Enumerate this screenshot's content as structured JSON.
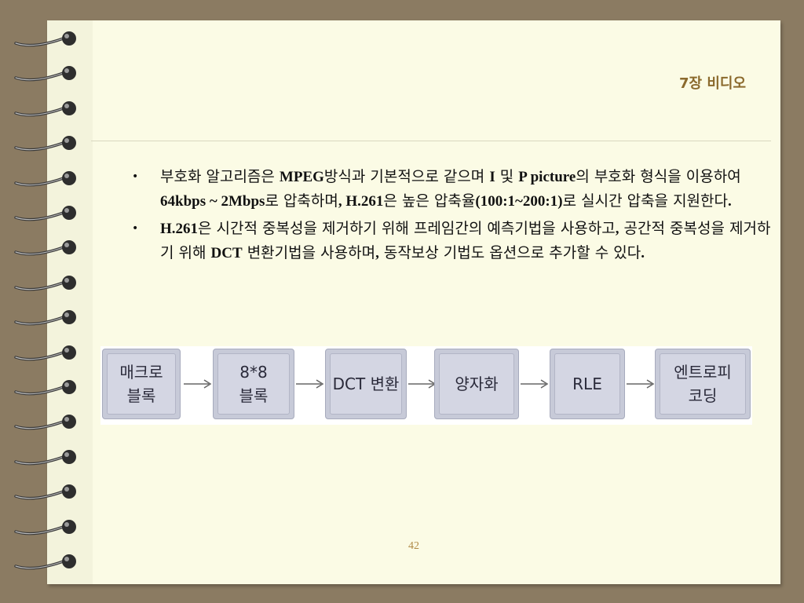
{
  "slide": {
    "title": "7장 비디오",
    "page_number": "42"
  },
  "bullets": [
    {
      "parts": [
        {
          "text": "부호화 알고리즘은 ",
          "bold": false
        },
        {
          "text": "MPEG",
          "bold": true
        },
        {
          "text": "방식과 기본적으로 같으며 ",
          "bold": false
        },
        {
          "text": "I",
          "bold": true
        },
        {
          "text": " 및 ",
          "bold": false
        },
        {
          "text": "P picture",
          "bold": true
        },
        {
          "text": "의 부호화 형식을 이용하여 ",
          "bold": false
        },
        {
          "text": "64kbps ~ 2Mbps",
          "bold": true
        },
        {
          "text": "로 압축하며",
          "bold": false
        },
        {
          "text": ", H.261",
          "bold": true
        },
        {
          "text": "은 높은 압축율",
          "bold": false
        },
        {
          "text": "(100:1~200:1)",
          "bold": true
        },
        {
          "text": "로 실시간 압축을 지원한다",
          "bold": false
        },
        {
          "text": ".",
          "bold": true
        }
      ]
    },
    {
      "parts": [
        {
          "text": "H.261",
          "bold": true
        },
        {
          "text": "은 시간적 중복성을 제거하기 위해 프레임간의 예측기법을 사용하고",
          "bold": false
        },
        {
          "text": ",",
          "bold": true
        },
        {
          "text": " 공간적 중복성을 제거하기 위해 ",
          "bold": false
        },
        {
          "text": "DCT",
          "bold": true
        },
        {
          "text": " 변환기법을 사용하며",
          "bold": false
        },
        {
          "text": ",",
          "bold": true
        },
        {
          "text": " 동작보상 기법도 옵션으로 추가할 수 있다",
          "bold": false
        },
        {
          "text": ".",
          "bold": true
        }
      ]
    }
  ],
  "diagram": {
    "boxes": [
      {
        "label": "매크로\n블록"
      },
      {
        "label": "8*8\n블록"
      },
      {
        "label": "DCT 변환"
      },
      {
        "label": "양자화"
      },
      {
        "label": "RLE"
      },
      {
        "label": "엔트로피\n코딩"
      }
    ]
  },
  "colors": {
    "background": "#8b7b62",
    "paper": "#fbfbe5",
    "title": "#8b6a2d",
    "box_fill": "#d4d6e3",
    "page_number": "#b08a47"
  }
}
